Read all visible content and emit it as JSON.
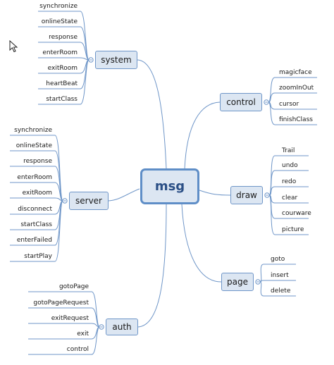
{
  "root": {
    "label": "msg"
  },
  "branches": {
    "system": {
      "label": "system",
      "children": [
        "synchronize",
        "onlineState",
        "response",
        "enterRoom",
        "exitRoom",
        "heartBeat",
        "startClass"
      ]
    },
    "server": {
      "label": "server",
      "children": [
        "synchronize",
        "onlineState",
        "response",
        "enterRoom",
        "exitRoom",
        "disconnect",
        "startClass",
        "enterFailed",
        "startPlay"
      ]
    },
    "auth": {
      "label": "auth",
      "children": [
        "gotoPage",
        "gotoPageRequest",
        "exitRequest",
        "exit",
        "control"
      ]
    },
    "control": {
      "label": "control",
      "children": [
        "magicface",
        "zoomInOut",
        "cursor",
        "finishClass"
      ]
    },
    "draw": {
      "label": "draw",
      "children": [
        "Trail",
        "undo",
        "redo",
        "clear",
        "courware",
        "picture"
      ]
    },
    "page": {
      "label": "page",
      "children": [
        "goto",
        "insert",
        "delete"
      ]
    }
  },
  "colors": {
    "line": "#6f96c8",
    "node_fill": "#dce6f2",
    "root_border": "#5f8ec7",
    "text": "#1a1a1a"
  },
  "icons": {
    "cursor": "mouse-pointer-icon"
  }
}
